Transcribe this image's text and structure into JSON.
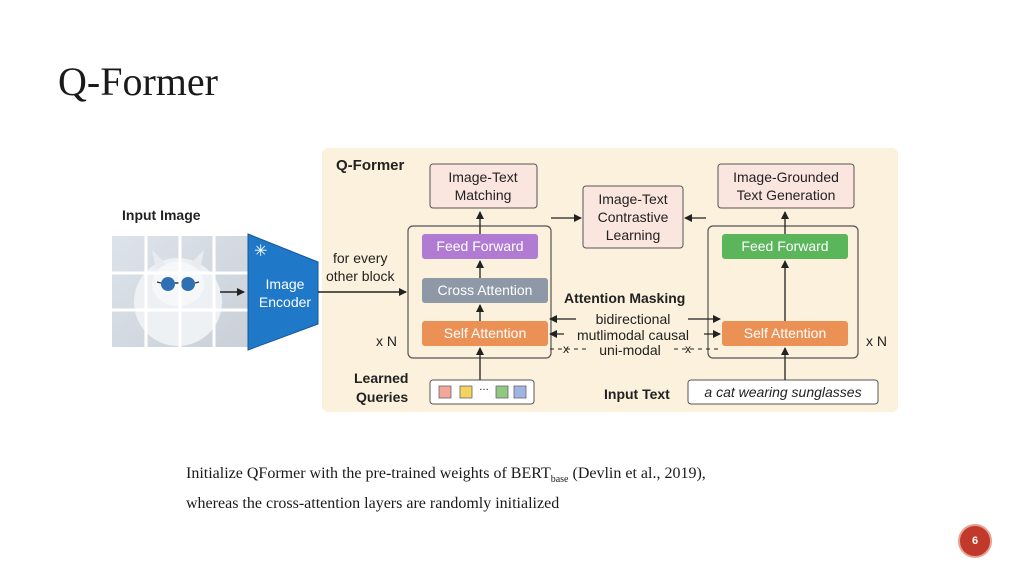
{
  "slide": {
    "title": "Q-Former",
    "caption_before": "Initialize QFormer with the pre-trained weights of BERT",
    "caption_sub": "base",
    "caption_after": " (Devlin et al., 2019),",
    "caption_line2": "whereas the cross-attention layers are randomly initialized",
    "page_number": "6"
  },
  "diagram": {
    "panel_title": "Q-Former",
    "input_image_label": "Input Image",
    "image_encoder_line1": "Image",
    "image_encoder_line2": "Encoder",
    "frozen_symbol": "✳",
    "for_every_line1": "for every",
    "for_every_line2": "other block",
    "itm_line1": "Image-Text",
    "itm_line2": "Matching",
    "itc_line1": "Image-Text",
    "itc_line2": "Contrastive",
    "itc_line3": "Learning",
    "itg_line1": "Image-Grounded",
    "itg_line2": "Text Generation",
    "feed_forward_left": "Feed Forward",
    "feed_forward_right": "Feed Forward",
    "cross_attention": "Cross Attention",
    "self_attention_left": "Self Attention",
    "self_attention_right": "Self Attention",
    "xn_left": "x N",
    "xn_right": "x N",
    "attention_masking": "Attention Masking",
    "mask_bidirectional": "bidirectional",
    "mask_causal": "mutlimodal causal",
    "mask_unimodal": "uni-modal",
    "cross_mark_1": "x",
    "cross_mark_2": "x",
    "learned_queries_line1": "Learned",
    "learned_queries_line2": "Queries",
    "query_ellipsis": "···",
    "input_text_label": "Input Text",
    "input_text_value": "a cat wearing sunglasses",
    "colors": {
      "panel_bg": "#fbf1dc",
      "feed_forward_left": "#b27bd3",
      "feed_forward_right": "#5bb55b",
      "cross_attention": "#8e98a6",
      "self_attention": "#ec9155",
      "encoder_blue": "#1f78c8",
      "task_box_bg": "#fbe5df",
      "query_colors": [
        "#f3a69a",
        "#f5d35e",
        "#92c882",
        "#9fb4e3"
      ]
    }
  }
}
